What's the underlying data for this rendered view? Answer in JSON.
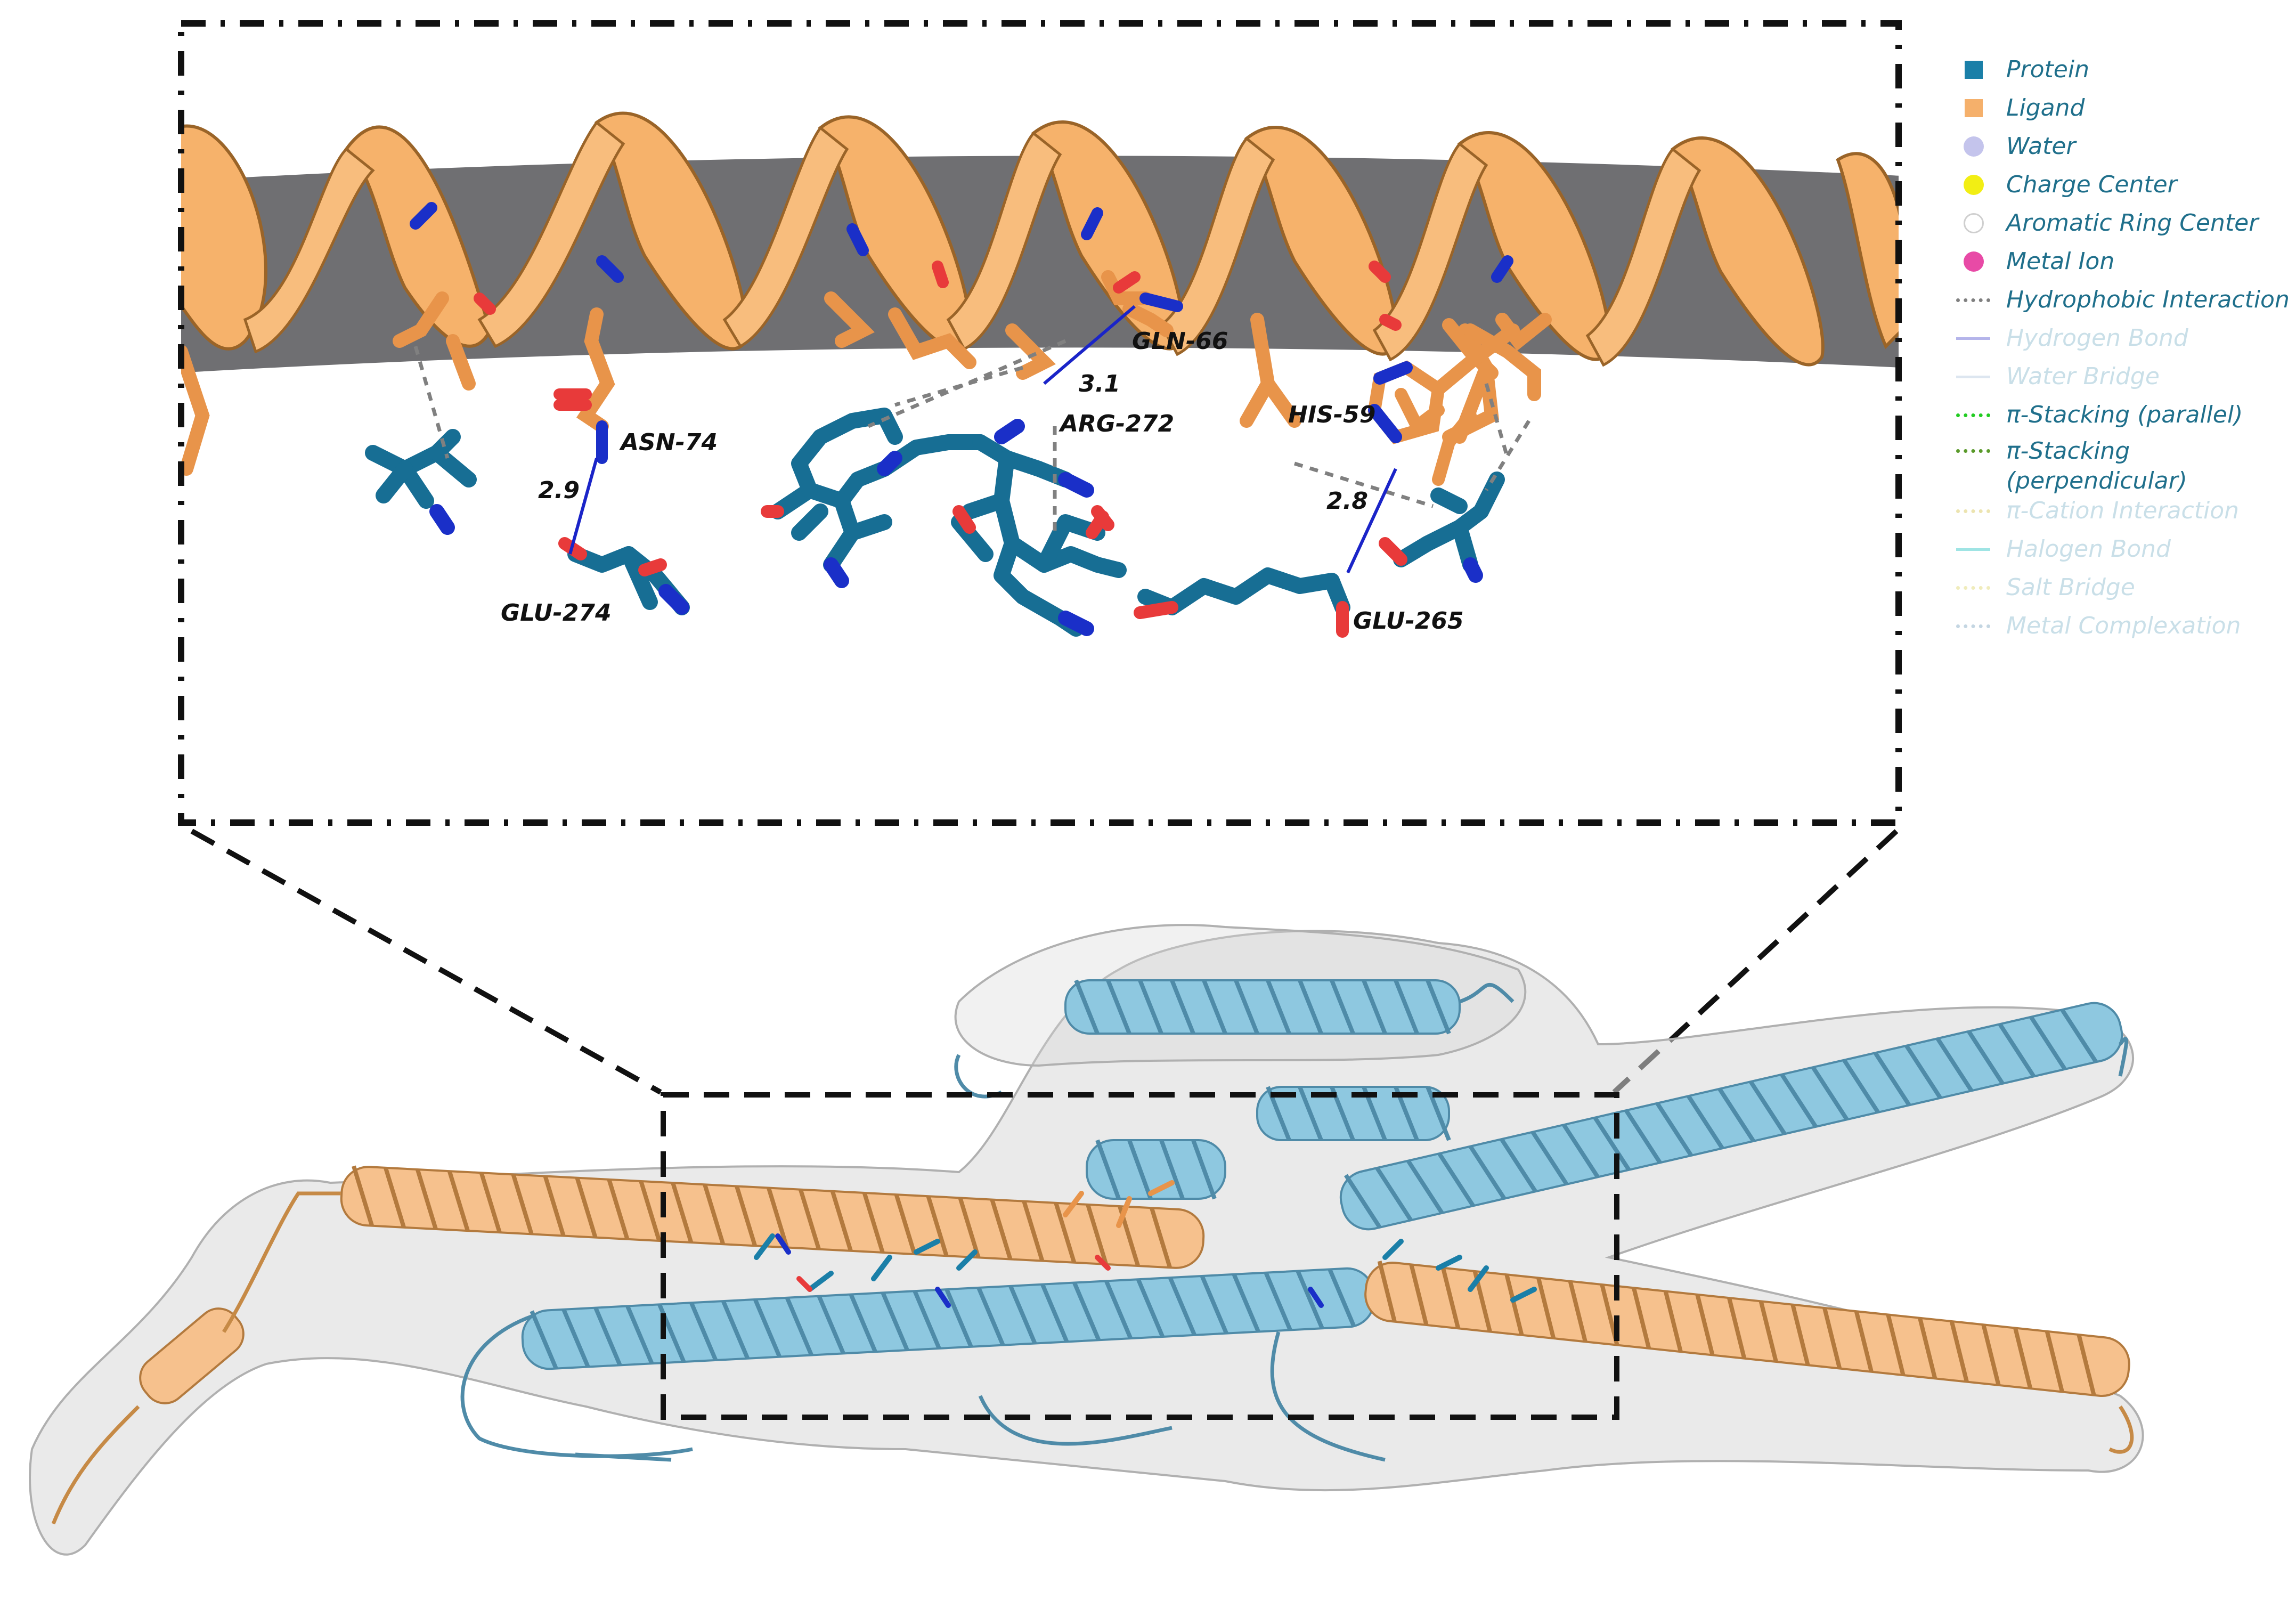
{
  "residues": {
    "asn74": "ASN-74",
    "glu274": "GLU-274",
    "gln66": "GLN-66",
    "arg272": "ARG-272",
    "his59": "HIS-59",
    "glu265": "GLU-265"
  },
  "distances": {
    "asn74_glu274": "2.9",
    "gln66_arg272": "3.1",
    "his59_glu265": "2.8"
  },
  "legend": {
    "items": [
      {
        "label": "Protein",
        "swatch": "square",
        "color": "#1a7fa8",
        "active": true
      },
      {
        "label": "Ligand",
        "swatch": "square",
        "color": "#f5b06b",
        "active": true
      },
      {
        "label": "Water",
        "swatch": "circle",
        "color": "#c4c4ec",
        "active": true
      },
      {
        "label": "Charge Center",
        "swatch": "circle",
        "color": "#f2ee14",
        "active": true
      },
      {
        "label": "Aromatic Ring Center",
        "swatch": "ring",
        "color": "#cfcfcf",
        "active": true
      },
      {
        "label": "Metal Ion",
        "swatch": "circle",
        "color": "#e84aa6",
        "active": true
      },
      {
        "label": "Hydrophobic Interaction",
        "swatch": "dotted",
        "color": "#808080",
        "active": true
      },
      {
        "label": "Hydrogen Bond",
        "swatch": "solid",
        "color": "#b4b4ea",
        "active": false
      },
      {
        "label": "Water Bridge",
        "swatch": "solid",
        "color": "#dde6f0",
        "active": false
      },
      {
        "label": "π-Stacking (parallel)",
        "swatch": "dotted",
        "color": "#22cc22",
        "active": true
      },
      {
        "label": "π-Stacking (perpendicular)",
        "swatch": "dotted",
        "color": "#5a9a2a",
        "active": true
      },
      {
        "label": "π-Cation Interaction",
        "swatch": "dotted",
        "color": "#ece4b0",
        "active": false
      },
      {
        "label": "Halogen Bond",
        "swatch": "solid",
        "color": "#9fe4e4",
        "active": false
      },
      {
        "label": "Salt Bridge",
        "swatch": "dotted",
        "color": "#f0ecbc",
        "active": false
      },
      {
        "label": "Metal Complexation",
        "swatch": "dotted",
        "color": "#c4d6e2",
        "active": false
      }
    ]
  }
}
